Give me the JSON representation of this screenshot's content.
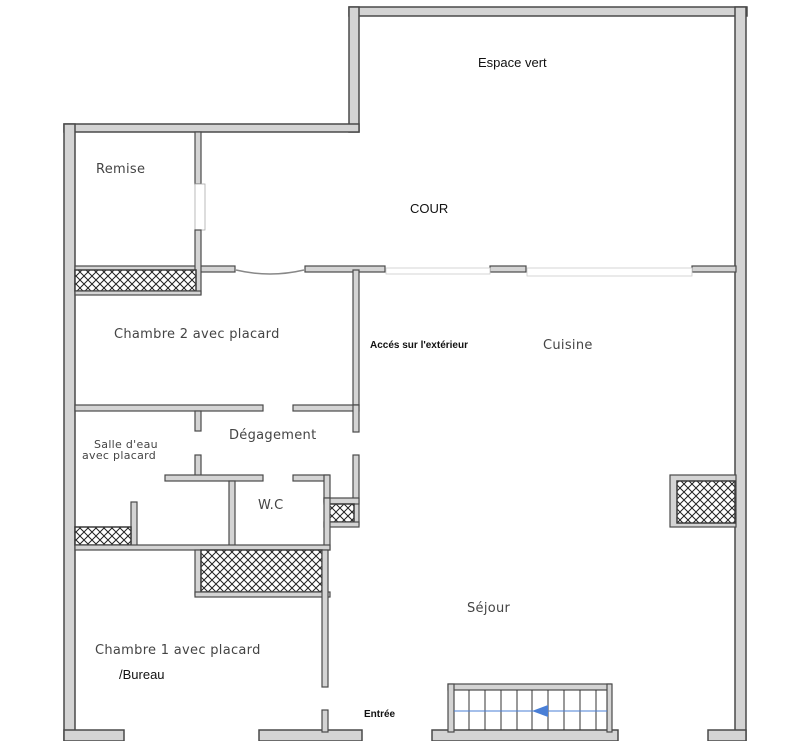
{
  "plan": {
    "title": "Floor plan",
    "colors": {
      "wall_fill": "#d4d4d4",
      "wall_stroke": "#4a4a4a",
      "stair_arrow": "#4a7fd6",
      "background": "#ffffff"
    },
    "outdoor": {
      "espace_vert": "Espace vert",
      "cour": "COUR"
    },
    "rooms": {
      "remise": "Remise",
      "chambre2": "Chambre 2 avec placard",
      "acces_exterieur": "Accés sur l'extérieur",
      "cuisine": "Cuisine",
      "degagement": "Dégagement",
      "salle_eau_line1": "Salle d'eau",
      "salle_eau_line2": "avec placard",
      "wc": "W.C",
      "sejour": "Séjour",
      "chambre1": "Chambre 1 avec placard",
      "bureau": "/Bureau",
      "entree": "Entrée"
    },
    "features": {
      "closets": 5,
      "staircase_steps": 10,
      "stair_direction": "left"
    }
  }
}
